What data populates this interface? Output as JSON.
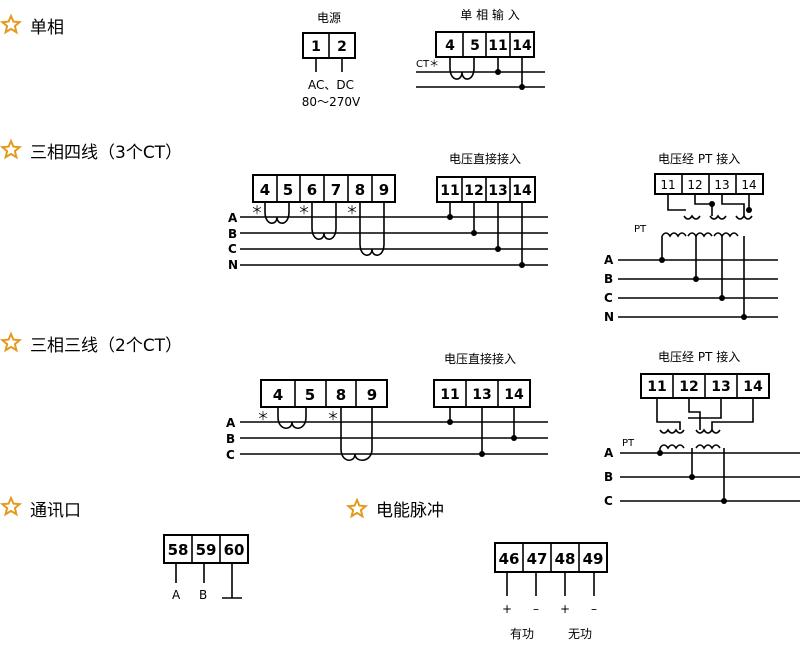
{
  "colors": {
    "star": "#e39a1f",
    "line": "#000000"
  },
  "icons": {
    "section_marker": "star-outline-icon"
  },
  "sections": {
    "single_phase": "单相",
    "three_phase_four_wire": "三相四线（3个CT）",
    "three_phase_three_wire": "三相三线（2个CT）",
    "comm_port": "通讯口",
    "energy_pulse": "电能脉冲"
  },
  "single_phase": {
    "power_label": "电源",
    "power_terminals": [
      "1",
      "2"
    ],
    "power_spec_line1": "AC、DC",
    "power_spec_line2": "80～270V",
    "input_label": "单 相 输 入",
    "input_terminals": [
      "4",
      "5",
      "11",
      "14"
    ],
    "ct_mark": "CT＊"
  },
  "four_wire": {
    "current_terminals": [
      "4",
      "5",
      "6",
      "7",
      "8",
      "9"
    ],
    "direct_label": "电压直接接入",
    "direct_terminals": [
      "11",
      "12",
      "13",
      "14"
    ],
    "pt_label": "电压经 PT 接入",
    "pt_terminals": [
      "11",
      "12",
      "13",
      "14"
    ],
    "pt_mark": "PT",
    "bus_lines": [
      "A",
      "B",
      "C",
      "N"
    ],
    "ct_star": "＊"
  },
  "three_wire": {
    "current_terminals": [
      "4",
      "5",
      "8",
      "9"
    ],
    "direct_label": "电压直接接入",
    "direct_terminals": [
      "11",
      "13",
      "14"
    ],
    "pt_label": "电压经 PT 接入",
    "pt_terminals": [
      "11",
      "12",
      "13",
      "14"
    ],
    "pt_mark": "PT",
    "bus_lines": [
      "A",
      "B",
      "C"
    ],
    "ct_star": "＊"
  },
  "comm": {
    "terminals": [
      "58",
      "59",
      "60"
    ],
    "labels": [
      "A",
      "B"
    ]
  },
  "pulse": {
    "terminals": [
      "46",
      "47",
      "48",
      "49"
    ],
    "signs": [
      "+",
      "–",
      "+",
      "–"
    ],
    "active": "有功",
    "reactive": "无功"
  }
}
